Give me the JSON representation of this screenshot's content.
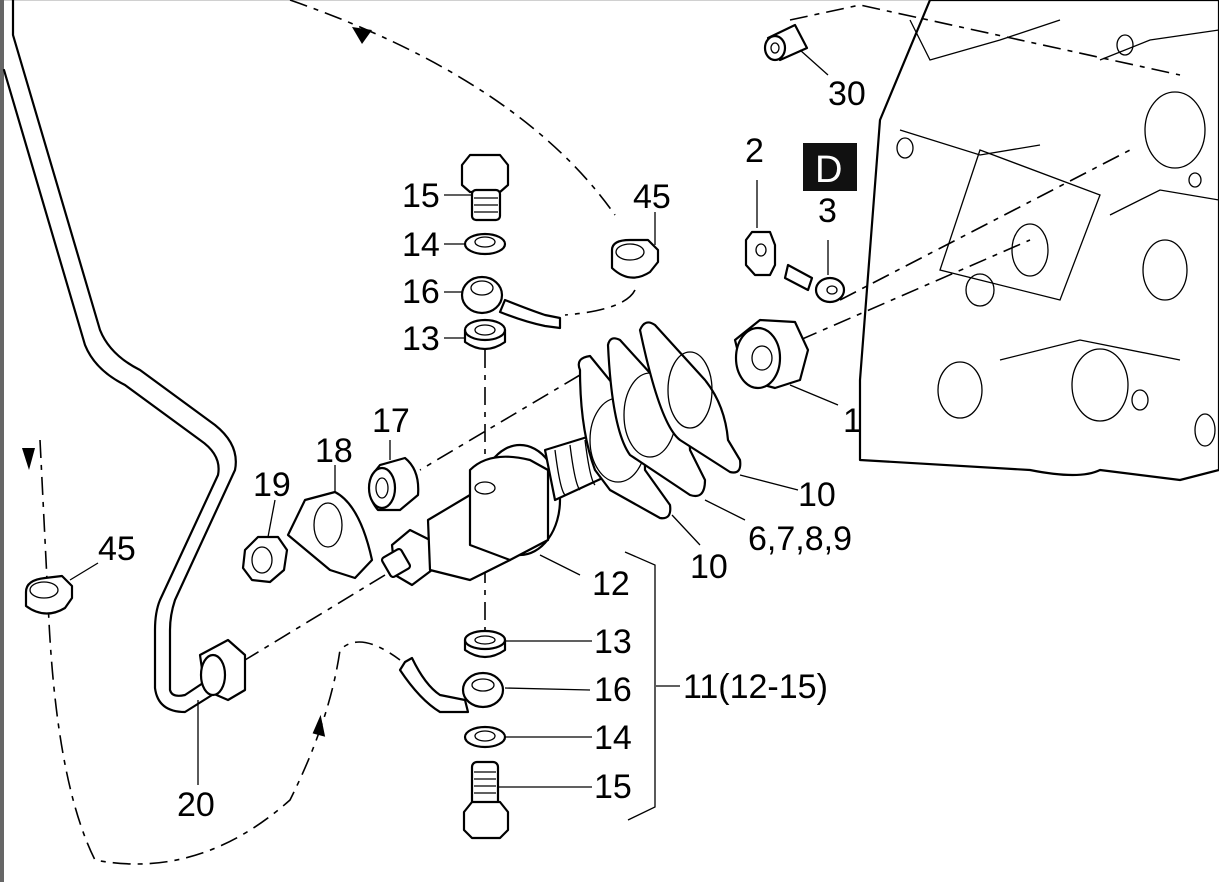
{
  "diagram": {
    "type": "exploded-parts-view",
    "section_badge": "D",
    "callouts": {
      "c30": "30",
      "c2": "2",
      "c3": "3",
      "c1": "1",
      "c15_top": "15",
      "c14_top": "14",
      "c16_top": "16",
      "c13_top": "13",
      "c45_top": "45",
      "c17": "17",
      "c18": "18",
      "c19": "19",
      "c45_left": "45",
      "c10_right": "10",
      "c6789": "6,7,8,9",
      "c10_mid": "10",
      "c12": "12",
      "c13_bottom": "13",
      "c16_bottom": "16",
      "c14_bottom": "14",
      "c15_bottom": "15",
      "c11_group": "11(12-15)",
      "c20": "20"
    },
    "colors": {
      "line": "#000000",
      "background": "#ffffff",
      "badge": "#111111",
      "frame": "#666666"
    }
  }
}
